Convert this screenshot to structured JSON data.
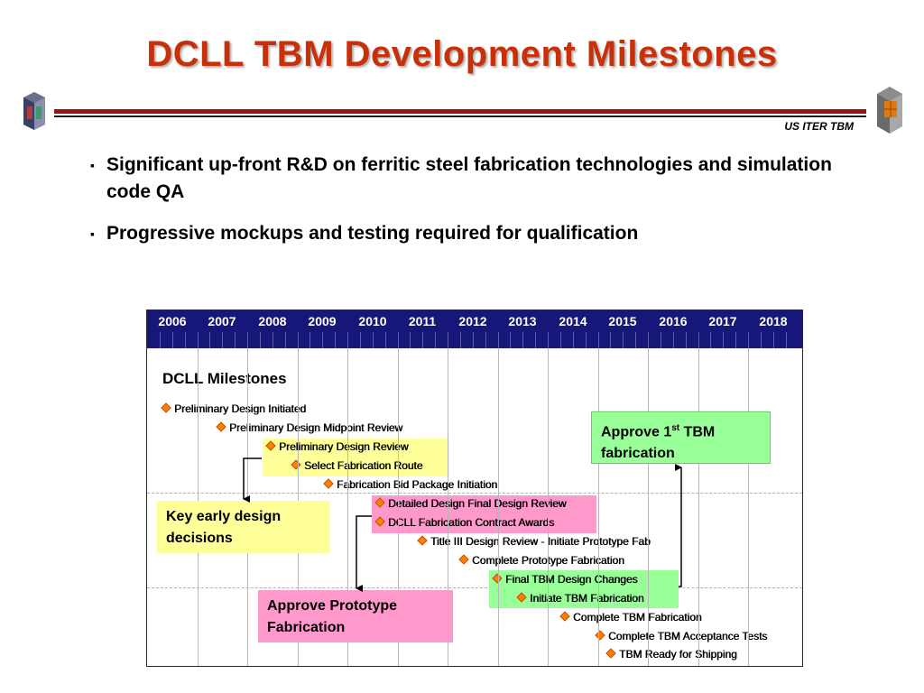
{
  "header": {
    "title": "DCLL TBM Development Milestones",
    "tag": "US ITER TBM"
  },
  "bullets": [
    {
      "marker": "▪",
      "text": "Significant up-front R&D on ferritic steel fabrication technologies and simulation code QA"
    },
    {
      "marker": "▪",
      "text": "Progressive mockups and testing required for qualification"
    }
  ],
  "gantt": {
    "title": "DCLL Milestones",
    "years": [
      "2006",
      "2007",
      "2008",
      "2009",
      "2010",
      "2011",
      "2012",
      "2013",
      "2014",
      "2015",
      "2016",
      "2017",
      "2018"
    ],
    "milestones": [
      "Preliminary Design Initiated",
      "Preliminary Design Midpoint Review",
      "Preliminary Design Review",
      "Select Fabrication Route",
      "Fabrication Bid Package Initiation",
      "Detailed Design Final Design Review",
      "DCLL Fabrication Contract Awards",
      "Title III Design Review - Initiate Prototype Fab",
      "Complete Prototype Fabrication",
      "Final TBM Design Changes",
      "Initiate TBM Fabrication",
      "Complete TBM Fabrication",
      "Complete TBM Acceptance Tests",
      "TBM Ready for Shipping"
    ],
    "callouts": {
      "key": "Key early design decisions",
      "prototype": "Approve Prototype Fabrication",
      "approve_prefix": "Approve 1",
      "approve_sup": "st",
      "approve_suffix": " TBM fabrication"
    },
    "colors": {
      "year_bar": "#17177a",
      "milestone_marker": "#ff7f00",
      "yellow": "#ffff99",
      "pink": "#ff99cc",
      "green": "#99ff99"
    }
  }
}
